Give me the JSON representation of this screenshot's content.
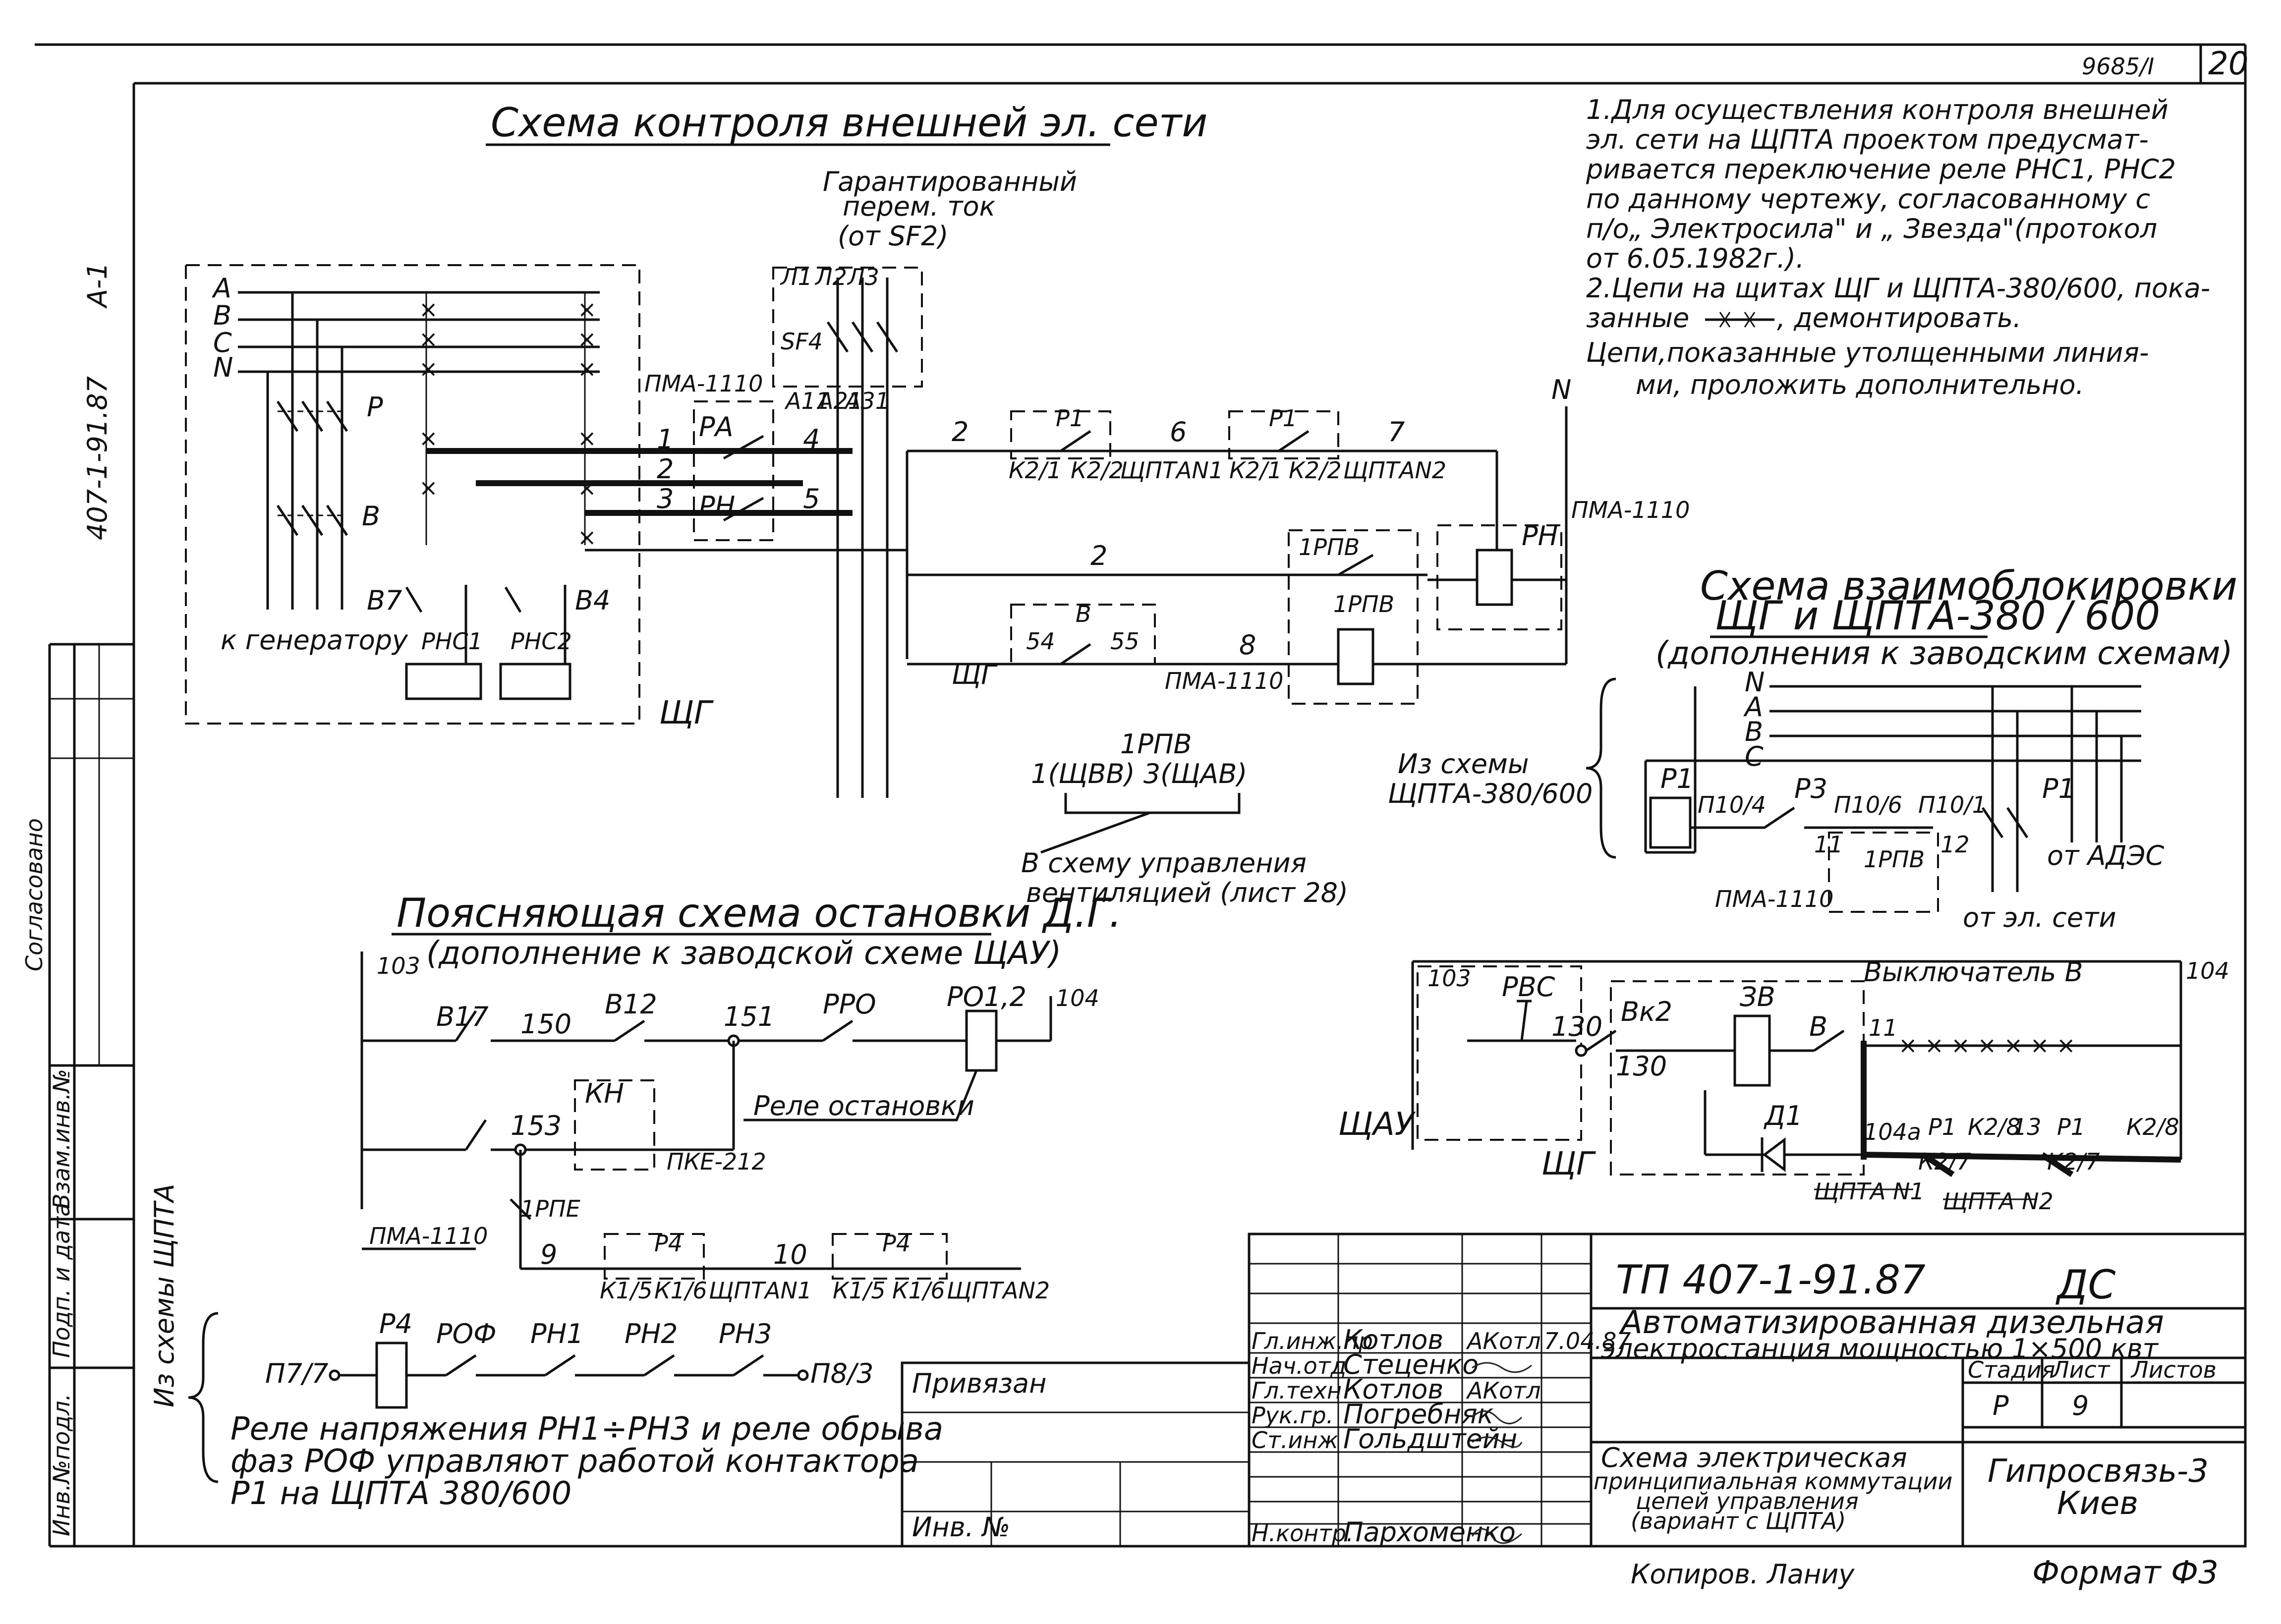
{
  "sheet": {
    "doc_code": "9685/I",
    "sheet_no": "20",
    "side_code": "407-1-91.87",
    "side_code_suffix": "А-1",
    "agreed": "Согласовано",
    "stamp_cols": [
      "Инв.№подл.",
      "Подп. и дата",
      "Взам.инв.№"
    ],
    "copied": "Копиров. Ланиу",
    "format": "Формат Ф3"
  },
  "notes": {
    "lines": [
      "1.Для осуществления контроля внешней",
      "эл. сети на ЩПТА проектом предусмат-",
      "ривается переключение реле РНС1, РНС2",
      "по данному чертежу, согласованному с",
      "п/о„ Электросила\" и „ Звезда\"(протокол",
      "от 6.05.1982г.).",
      "2.Цепи на щитах ЩГ и ЩПТА-380/600, пока-",
      "занные ",
      ", демонтировать.",
      "Цепи,показанные утолщенными линия-",
      "ми, проложить дополнительно."
    ]
  },
  "scheme1": {
    "title": "Схема контроля внешней эл. сети",
    "guaranteed": [
      "Гарантированный",
      "перем. ток",
      "(от SF2)"
    ],
    "buses": [
      "А",
      "В",
      "С",
      "N"
    ],
    "labels": {
      "to_generator": "к генератору",
      "P": "Р",
      "B": "В",
      "B7": "В7",
      "B4": "В4",
      "PHC1": "РНС1",
      "PHC2": "РНС2",
      "SG": "ЩГ",
      "PMA_top": "ПМА-1110",
      "PMA_mid": "ПМА-1110",
      "PMA_bot": "ПМА-1110",
      "SF4": "SF4",
      "L1": "Л1",
      "L2": "Л2",
      "L3": "Л3",
      "A11": "А11",
      "A21": "А21",
      "A31": "А31",
      "PA": "РА",
      "PN": "РН",
      "PH": "РН",
      "n1": "1",
      "n2": "2",
      "n3": "3",
      "n4": "4",
      "n5": "5",
      "w2": "2",
      "w2b": "2",
      "w6": "6",
      "w7": "7",
      "w8": "8",
      "P1a": "Р1",
      "P1b": "Р1",
      "k21a": "К2/1",
      "k22a": "К2/2",
      "sh1": "ЩПТАN1",
      "k21b": "К2/1",
      "k22b": "К2/2",
      "sh2": "ЩПТАN2",
      "N": "N",
      "RPV_top": "1РПВ",
      "RPV_coil": "1РПВ",
      "B_contact": "В",
      "c54": "54",
      "c55": "55",
      "SG2": "ЩГ"
    }
  },
  "ventilation": {
    "rpv": "1РПВ",
    "terms": "1(ЩВВ)   3(ЩАВ)",
    "caption": [
      "В схему управления",
      "вентиляцией (лист 28)"
    ]
  },
  "scheme2": {
    "title": "Схема взаимоблокировки",
    "title2": "ЩГ и ЩПТА-380 / 600",
    "sub": "(дополнения к заводским схемам)",
    "from": [
      "Из схемы",
      "ЩПТА-380/600"
    ],
    "buses": [
      "N",
      "А",
      "В",
      "С"
    ],
    "labels": {
      "P1": "Р1",
      "P3": "Р3",
      "P1b": "Р1",
      "p10_4": "П10/4",
      "p10_6": "П10/6",
      "p10_1": "П10/1",
      "n11": "11",
      "n12": "12",
      "rpv": "1РПВ",
      "pma": "ПМА-1110",
      "ades": "от АДЭС",
      "net": "от эл. сети"
    }
  },
  "scheme3": {
    "title": "Поясняющая схема остановки Д.Г.",
    "sub": "(дополнение к заводской схеме ЩАУ)",
    "labels": {
      "n103": "103",
      "n104": "104",
      "B17": "В17",
      "B12": "В12",
      "n150": "150",
      "n151": "151",
      "RRO": "РРО",
      "RO12": "РО1,2",
      "relay": "Реле остановки",
      "n153": "153",
      "KN": "КН",
      "PKE": "ПКЕ-212",
      "RPE": "1РПЕ",
      "PMA": "ПМА-1110",
      "n9": "9",
      "n10": "10",
      "P4a": "Р4",
      "P4b": "Р4",
      "k15a": "К1/5",
      "k16a": "К1/6",
      "sh1": "ЩПТАN1",
      "k15b": "К1/5",
      "k16b": "К1/6",
      "sh2": "ЩПТАN2"
    }
  },
  "scheme4": {
    "labels": {
      "n103": "103",
      "n104": "104",
      "RVS": "РВС",
      "n130a": "130",
      "n130b": "130",
      "Bk2": "Вк2",
      "ZV": "ЗВ",
      "B": "В",
      "switch": "Выключатель В",
      "n11": "11",
      "D1": "Д1",
      "SAU": "ЩАУ",
      "SG": "ЩГ",
      "n104a": "104а",
      "n13": "13",
      "P1a": "Р1",
      "k28a": "К2/8",
      "k27a": "К2/7",
      "sh1": "ЩПТА N1",
      "P1b": "Р1",
      "k28b": "К2/8",
      "k27b": "К2/7",
      "sh2": "ЩПТА N2"
    }
  },
  "voltage": {
    "side": "Из схемы ЩПТА",
    "p77": "П7/7",
    "p83": "П8/3",
    "items": [
      "Р4",
      "РОФ",
      "РН1",
      "РН2",
      "РН3"
    ],
    "note": [
      "Реле напряжения РН1÷РН3 и реле обрыва",
      "фаз РОФ управляют работой контактора",
      "Р1 на ЩПТА 380/600"
    ]
  },
  "titleblock": {
    "code": "ТП 407-1-91.87",
    "dc": "ДС",
    "org_title": [
      "Автоматизированная дизельная",
      "электростанция мощностью 1×500 квт"
    ],
    "binding": "Привязан",
    "inv": "Инв. №",
    "stage_h": "Стадия",
    "sheet_h": "Лист",
    "sheets_h": "Листов",
    "stage": "Р",
    "sheet": "9",
    "staff": [
      {
        "role": "Гл.инж.пр",
        "name": "Котлов",
        "sign": "АКотл",
        "date": "7.04.87"
      },
      {
        "role": "Нач.отд",
        "name": "Стеценко",
        "sign": "",
        "date": ""
      },
      {
        "role": "Гл.техн",
        "name": "Котлов",
        "sign": "АКотл",
        "date": ""
      },
      {
        "role": "Рук.гр.",
        "name": "Погребняк",
        "sign": "",
        "date": ""
      },
      {
        "role": "Ст.инж",
        "name": "Гольдштейн",
        "sign": "",
        "date": ""
      },
      {
        "role": "Н.контр.",
        "name": "Пархоменко",
        "sign": "",
        "date": ""
      }
    ],
    "desc": [
      "Схема электрическая",
      "принципиальная коммутации",
      "цепей управления",
      "(вариант с ЩПТА)"
    ],
    "company": [
      "Гипросвязь-3",
      "Киев"
    ]
  },
  "icons": [
    "crossed-line-icon",
    "relay-coil-icon",
    "diode-icon",
    "signature-icon"
  ]
}
